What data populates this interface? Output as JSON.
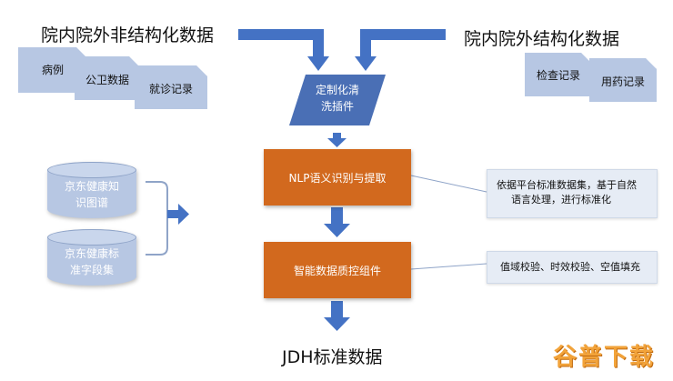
{
  "headings": {
    "left": "院内院外非结构化数据",
    "right": "院内院外结构化数据"
  },
  "left_docs": [
    "病例",
    "公卫数据",
    "就诊记录"
  ],
  "right_docs": [
    "检查记录",
    "用药记录"
  ],
  "plugin": {
    "line1": "定制化清",
    "line2": "洗插件"
  },
  "databases": [
    {
      "line1": "京东健康知",
      "line2": "识图谱"
    },
    {
      "line1": "京东健康标",
      "line2": "准字段集"
    }
  ],
  "process": {
    "nlp": "NLP语义识别与提取",
    "quality": "智能数据质控组件"
  },
  "notes": {
    "nlp": {
      "line1": "依据平台标准数据集，基于自然",
      "line2": "语言处理，进行标准化"
    },
    "quality": "值域校验、时效校验、空值填充"
  },
  "output": "JDH标准数据",
  "watermark": "谷普下载",
  "colors": {
    "arrow": "#4472c4",
    "process": "#d2691e",
    "card": "#b7c7e3",
    "note": "#e6ecf5"
  }
}
